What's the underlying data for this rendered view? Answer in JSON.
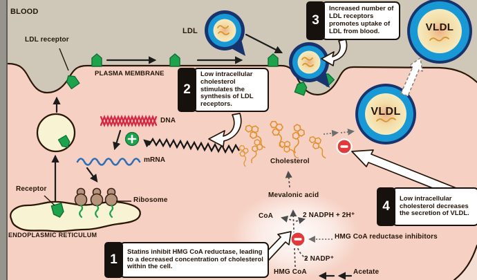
{
  "labels": {
    "blood": "BLOOD",
    "ldl_receptor": "LDL receptor",
    "plasma_membrane": "PLASMA MEMBRANE",
    "ldl": "LDL",
    "vldl": "VLDL",
    "dna": "DNA",
    "mrna": "mRNA",
    "receptor": "Receptor",
    "ribosome": "Ribosome",
    "endoplasmic_reticulum": "ENDOPLASMIC RETICULUM",
    "cholesterol": "Cholesterol",
    "mevalonic_acid": "Mevalonic acid",
    "coa": "CoA",
    "nadph": "2 NADPH + 2H⁺",
    "nadp": "2 NADP⁺",
    "hmg_coa": "HMG CoA",
    "acetate": "Acetate",
    "hmg_inhibitors": "HMG CoA reductase inhibitors"
  },
  "callouts": [
    {
      "num": "1",
      "text": "Statins inhibit HMG CoA reductase, leading to a decreased concentration of cholesterol within the cell."
    },
    {
      "num": "2",
      "text": "Low intracellular cholesterol stimulates the synthesis of LDL receptors."
    },
    {
      "num": "3",
      "text": "Increased number of LDL receptors promotes uptake of LDL from blood."
    },
    {
      "num": "4",
      "text": "Low intracellular cholesterol decreases the secretion of VLDL."
    }
  ],
  "colors": {
    "blood_bg": "#cfc8b8",
    "cell": "#f6d0c3",
    "membrane": "#2b1708",
    "lipo_blue": "#1899d6",
    "lipo_navy": "#17346e",
    "green": "#1ea34d",
    "green_dark": "#0f6e33",
    "red": "#e03a3a",
    "dna_red": "#d42a45",
    "mrna_blue": "#2f6db5",
    "ribosome": "#b8937c",
    "orange": "#e0912c",
    "text": "#241509"
  }
}
